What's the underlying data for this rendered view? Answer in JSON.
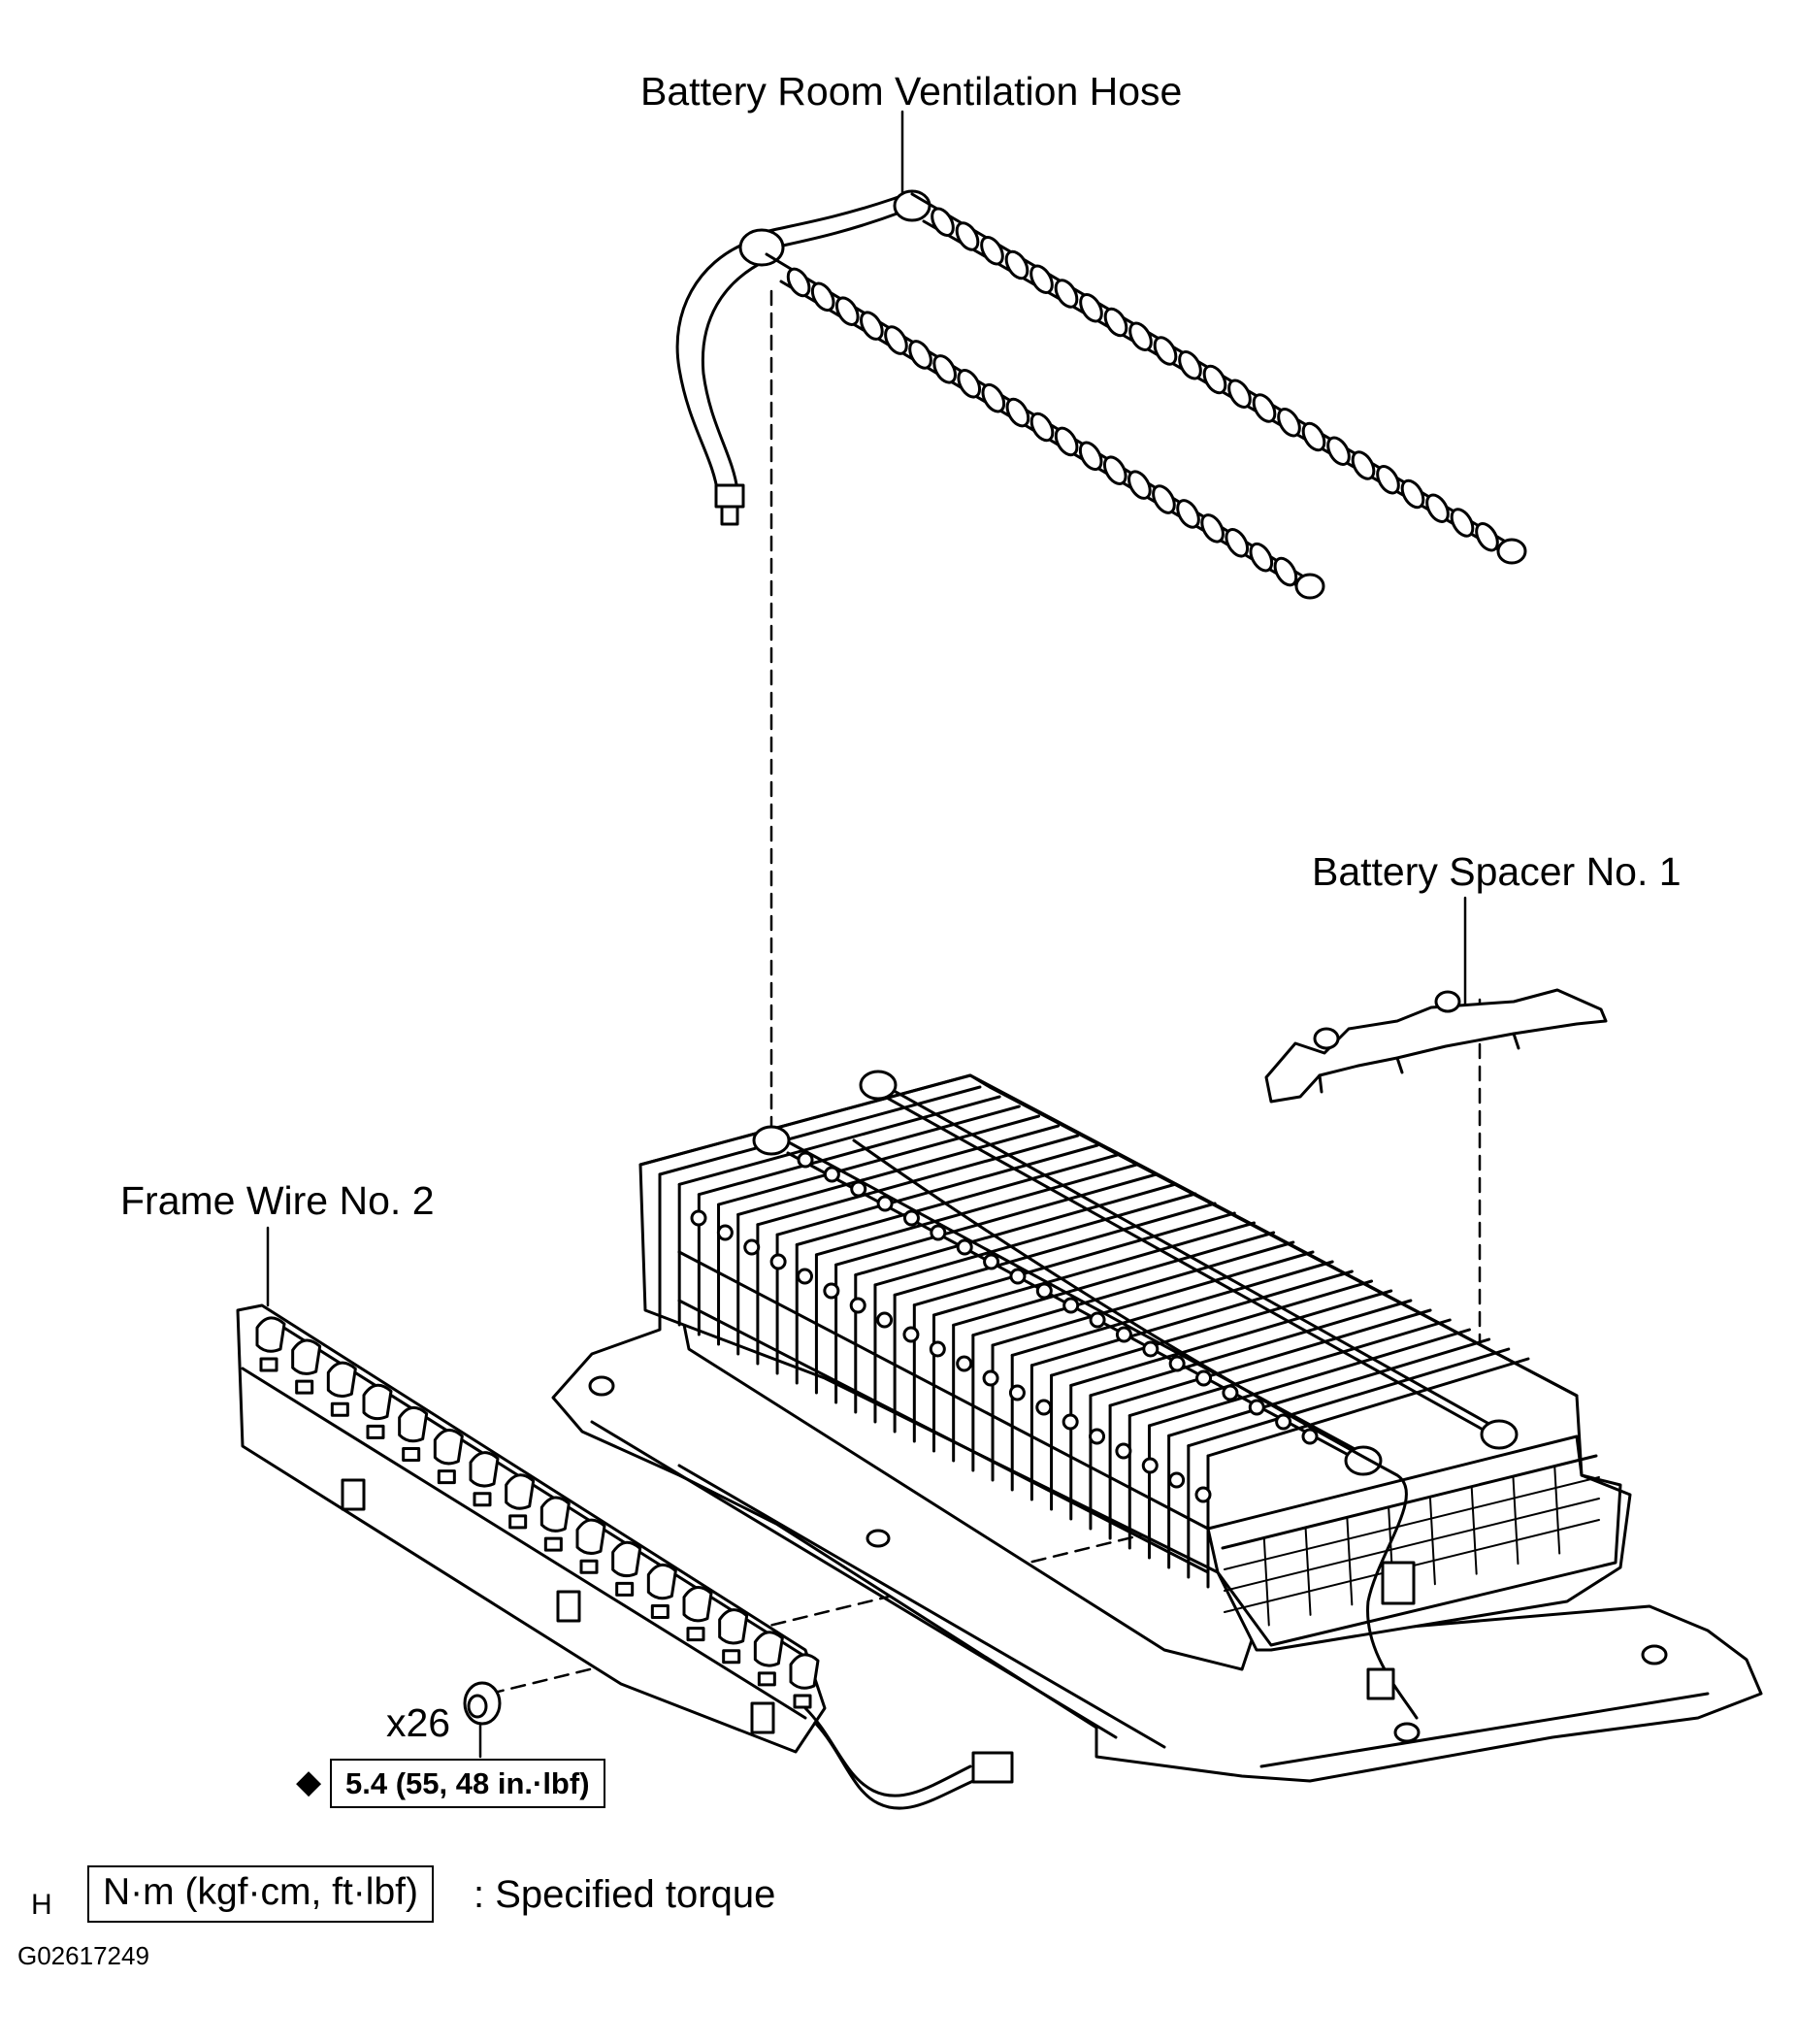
{
  "callouts": {
    "hose": "Battery Room Ventilation Hose",
    "spacer": "Battery Spacer No. 1",
    "frame_wire": "Frame Wire No. 2",
    "quantity": "x26"
  },
  "torque": {
    "marker": "◆",
    "value": "5.4 (55, 48 in.·lbf)"
  },
  "legend": {
    "prefix": "H",
    "units": "N·m (kgf·cm, ft·lbf)",
    "description": ": Specified torque"
  },
  "figure_code": "G02617249"
}
